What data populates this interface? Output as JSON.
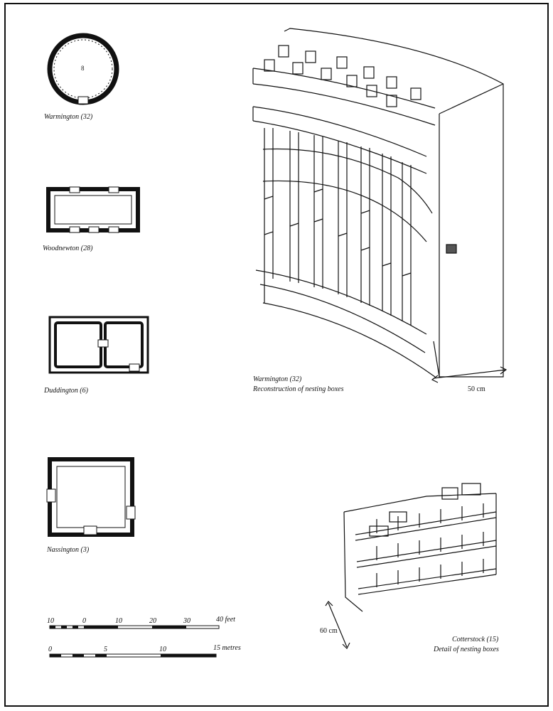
{
  "plans": [
    {
      "caption": "Warmington (32)",
      "label": "8"
    },
    {
      "caption": "Woodnewton (28)"
    },
    {
      "caption": "Duddington (6)"
    },
    {
      "caption": "Nassington (3)"
    }
  ],
  "warmington_reconstruction": {
    "caption_line1": "Warmington (32)",
    "caption_line2": "Reconstruction of nesting boxes",
    "dimension": "50 cm"
  },
  "cotterstock_detail": {
    "caption_line1": "Cotterstock (15)",
    "caption_line2": "Detail of nesting boxes",
    "dimension": "60 cm"
  },
  "scale_feet": {
    "ticks": [
      "10",
      "0",
      "10",
      "20",
      "30"
    ],
    "end_label": "40 feet"
  },
  "scale_metres": {
    "ticks": [
      "0",
      "5",
      "10"
    ],
    "end_label": "15 metres"
  }
}
